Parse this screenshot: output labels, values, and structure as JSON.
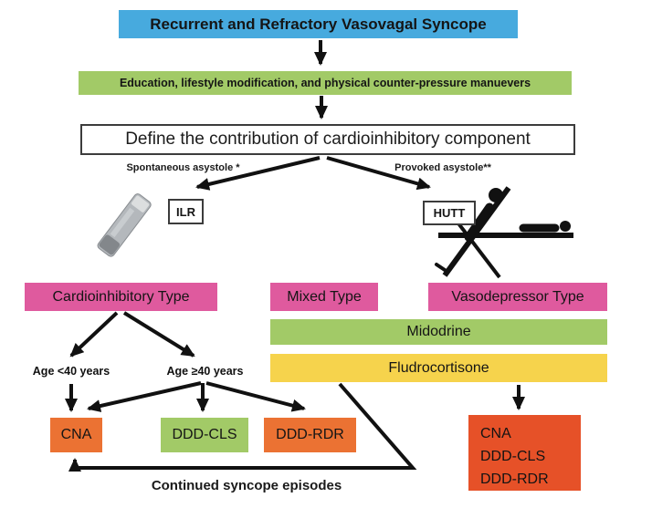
{
  "colors": {
    "blue": "#47aade",
    "green": "#a2ca67",
    "pink": "#df5a9e",
    "yellow": "#f6d34c",
    "orange": "#eb7233",
    "red_orange": "#e65128"
  },
  "flowchart": {
    "title": "Recurrent and Refractory Vasovagal Syncope",
    "education": "Education, lifestyle modification, and physical counter-pressure manuevers",
    "define": "Define the contribution of cardioinhibitory component",
    "branch_left": "Spontaneous asystole *",
    "branch_right": "Provoked asystole**",
    "ilr": "ILR",
    "hutt": "HUTT",
    "cardioinhibitory": "Cardioinhibitory Type",
    "mixed": "Mixed Type",
    "vasodepressor": "Vasodepressor Type",
    "midodrine": "Midodrine",
    "fludrocortisone": "Fludrocortisone",
    "age_under_40": "Age <40 years",
    "age_over_40": "Age ≥40 years",
    "cna": "CNA",
    "ddd_cls": "DDD-CLS",
    "ddd_rdr": "DDD-RDR",
    "combined": {
      "line1": "CNA",
      "line2": "DDD-CLS",
      "line3": "DDD-RDR"
    },
    "feedback": "Continued syncope episodes"
  }
}
